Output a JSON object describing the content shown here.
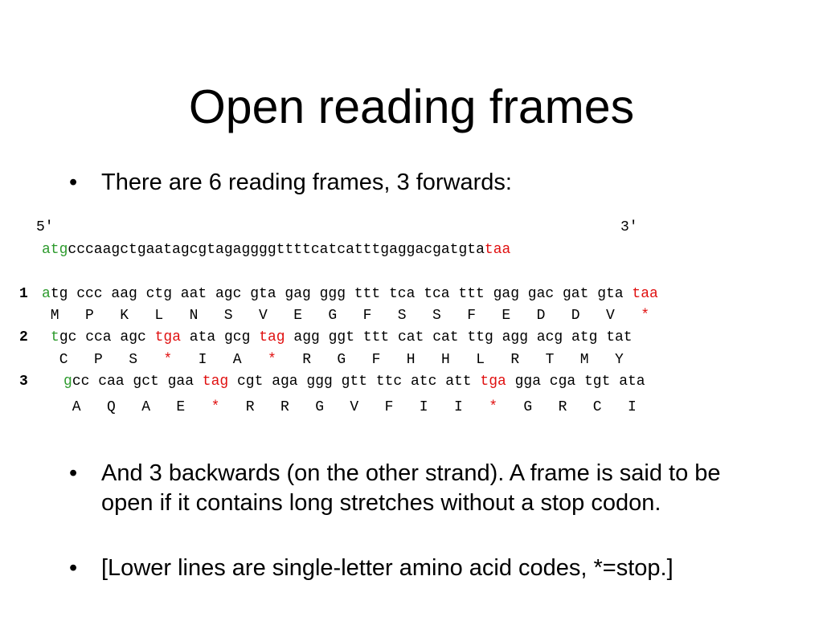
{
  "slide": {
    "title": "Open reading frames",
    "bullet1": "There are 6 reading frames, 3 forwards:",
    "bullet2": "And 3 backwards (on the other strand). A frame is said to be open if it contains long stretches without a stop codon.",
    "bullet3": "[Lower lines are single-letter amino acid codes, *=stop.]",
    "bullet_symbol": "•"
  },
  "sequence": {
    "end5": "5'",
    "end3": "3'",
    "start": "atg",
    "middle": "cccaagctgaatagcgtagaggggttttcatcatttgaggacgatgta",
    "stop": "taa"
  },
  "frames": [
    {
      "number": "1",
      "codons": [
        {
          "text": "atg",
          "first_green": true
        },
        {
          "text": "ccc"
        },
        {
          "text": "aag"
        },
        {
          "text": "ctg"
        },
        {
          "text": "aat"
        },
        {
          "text": "agc"
        },
        {
          "text": "gta"
        },
        {
          "text": "gag"
        },
        {
          "text": "ggg"
        },
        {
          "text": "ttt"
        },
        {
          "text": "tca"
        },
        {
          "text": "tca"
        },
        {
          "text": "ttt"
        },
        {
          "text": "gag"
        },
        {
          "text": "gac"
        },
        {
          "text": "gat"
        },
        {
          "text": "gta"
        },
        {
          "text": "taa",
          "stop": true
        }
      ],
      "aminos": [
        "M",
        "P",
        "K",
        "L",
        "N",
        "S",
        "V",
        "E",
        "G",
        "F",
        "S",
        "S",
        "F",
        "E",
        "D",
        "D",
        "V",
        "*"
      ]
    },
    {
      "number": "2",
      "codons": [
        {
          "text": "tgc",
          "first_green": true
        },
        {
          "text": "cca"
        },
        {
          "text": "agc"
        },
        {
          "text": "tga",
          "stop": true
        },
        {
          "text": "ata"
        },
        {
          "text": "gcg"
        },
        {
          "text": "tag",
          "stop": true
        },
        {
          "text": "agg"
        },
        {
          "text": "ggt"
        },
        {
          "text": "ttt"
        },
        {
          "text": "cat"
        },
        {
          "text": "cat"
        },
        {
          "text": "ttg"
        },
        {
          "text": "agg"
        },
        {
          "text": "acg"
        },
        {
          "text": "atg"
        },
        {
          "text": "tat"
        }
      ],
      "aminos": [
        "C",
        "P",
        "S",
        "*",
        "I",
        "A",
        "*",
        "R",
        "G",
        "F",
        "H",
        "H",
        "L",
        "R",
        "T",
        "M",
        "Y"
      ]
    },
    {
      "number": "3",
      "codons": [
        {
          "text": "gcc",
          "first_green": true
        },
        {
          "text": "caa"
        },
        {
          "text": "gct"
        },
        {
          "text": "gaa"
        },
        {
          "text": "tag",
          "stop": true
        },
        {
          "text": "cgt"
        },
        {
          "text": "aga"
        },
        {
          "text": "ggg"
        },
        {
          "text": "gtt"
        },
        {
          "text": "ttc"
        },
        {
          "text": "atc"
        },
        {
          "text": "att"
        },
        {
          "text": "tga",
          "stop": true
        },
        {
          "text": "gga"
        },
        {
          "text": "cga"
        },
        {
          "text": "tgt"
        },
        {
          "text": "ata"
        }
      ],
      "aminos": [
        "A",
        "Q",
        "A",
        "E",
        "*",
        "R",
        "R",
        "G",
        "V",
        "F",
        "I",
        "I",
        "*",
        "G",
        "R",
        "C",
        "I"
      ]
    }
  ],
  "colors": {
    "start": "#2e9b2e",
    "stop": "#e01010"
  }
}
